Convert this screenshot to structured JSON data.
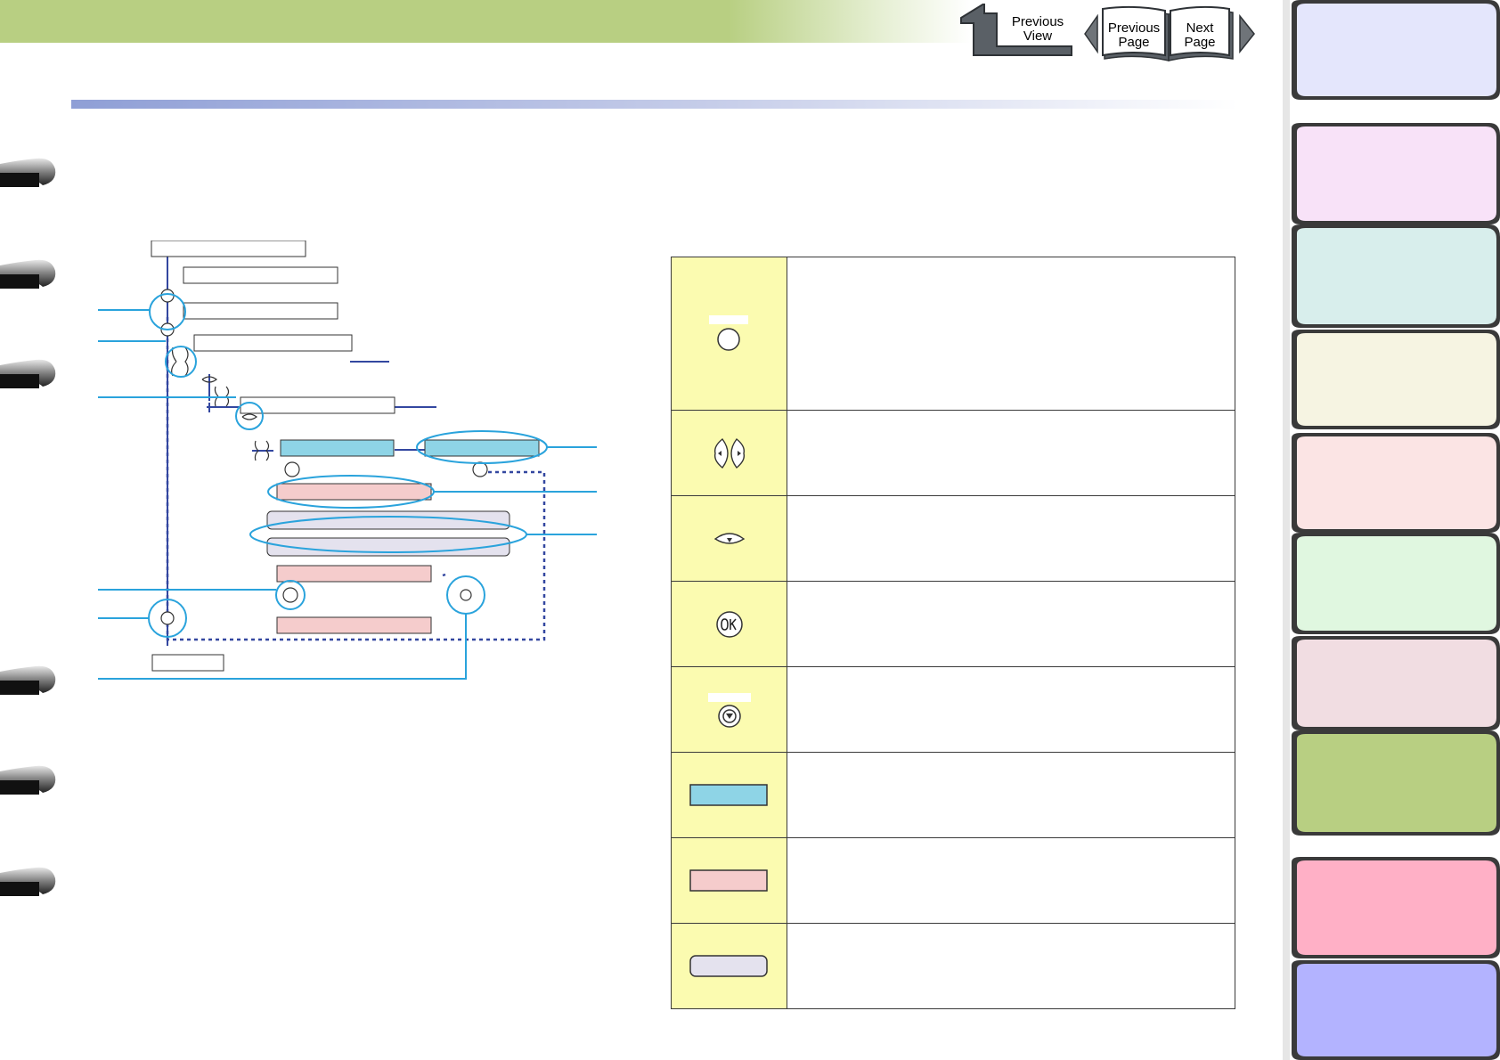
{
  "header": {
    "prev_view_label_line1": "Previous",
    "prev_view_label_line2": "View",
    "prev_page_label_line1": "Previous",
    "prev_page_label_line2": "Page",
    "next_page_label_line1": "Next",
    "next_page_label_line2": "Page"
  },
  "colors": {
    "header_band": "#b8cf82",
    "legend_symbol_bg": "#fbfbb0",
    "menu_box_blue": "#8ed4e6",
    "menu_box_pink": "#f5cccc",
    "menu_box_lavender": "#e4e2ee",
    "flow_line": "#3347a0",
    "callout": "#2aa3dc",
    "active_tab": "#b8cf82"
  },
  "legend_rows": [
    {
      "symbol": "menu-button-icon"
    },
    {
      "symbol": "left-right-arrow-buttons-icon"
    },
    {
      "symbol": "down-arrow-button-icon"
    },
    {
      "symbol": "ok-button-icon"
    },
    {
      "symbol": "stop-button-icon"
    },
    {
      "symbol": "blue-menu-box"
    },
    {
      "symbol": "pink-menu-box"
    },
    {
      "symbol": "lavender-menu-box"
    }
  ],
  "side_tabs": [
    {
      "color": "#e4e6fc"
    },
    {
      "color": "#f8e2f8"
    },
    {
      "color": "#d8eeec"
    },
    {
      "color": "#f6f4e2"
    },
    {
      "color": "#fbe4e4"
    },
    {
      "color": "#e0f7e0"
    },
    {
      "color": "#f1dde2"
    },
    {
      "color": "#b8cf82",
      "active": true
    },
    {
      "color": "#ffb0c6"
    },
    {
      "color": "#b3b3ff"
    }
  ]
}
